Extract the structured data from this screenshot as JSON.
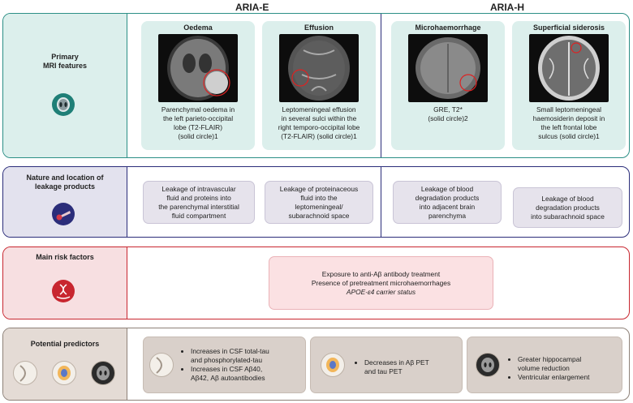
{
  "header": {
    "aria_e": "ARIA-E",
    "aria_h": "ARIA-H"
  },
  "colors": {
    "teal": "#2c8f86",
    "navy": "#2b2d7a",
    "red": "#c8262f",
    "brown": "#8e8178"
  },
  "mri": {
    "label": "Primary\nMRI features",
    "cards": [
      {
        "title": "Oedema",
        "caption_lines": [
          "Parenchymal oedema in",
          "the left parieto-occipital",
          "lobe (T2-FLAIR)",
          "(solid circle)1"
        ]
      },
      {
        "title": "Effusion",
        "caption_lines": [
          "Leptomeningeal effusion",
          "in several sulci within the",
          "right temporo-occipital lobe",
          "(T2-FLAIR) (solid circle)1"
        ]
      },
      {
        "title": "Microhaemorrhage",
        "caption_lines": [
          "GRE, T2*",
          "(solid circle)2"
        ]
      },
      {
        "title": "Superficial siderosis",
        "caption_lines": [
          "Small leptomeningeal",
          "haemosiderin deposit in",
          "the left frontal lobe",
          "sulcus (solid circle)1"
        ]
      }
    ]
  },
  "leakage": {
    "label": "Nature and location of\nleakage products",
    "boxes": [
      "Leakage of intravascular\nfluid and proteins into\nthe parenchymal interstitial\nfluid compartment",
      "Leakage of proteinaceous\nfluid into the\nleptomeningeal/\nsubarachnoid space",
      "Leakage of blood\ndegradation products\ninto adjacent brain\nparenchyma",
      "Leakage of blood\ndegradation products\ninto subarachnoid space"
    ]
  },
  "risk": {
    "label": "Main risk factors",
    "lines": [
      "Exposure to anti-Aβ antibody treatment",
      "Presence of pretreatment microhaemorrhages",
      "APOE-ε4 carrier status"
    ]
  },
  "predictors": {
    "label": "Potential predictors",
    "groups": [
      [
        "Increases in CSF total-tau\nand phosphorylated-tau",
        "Increases in CSF Aβ40,\nAβ42, Aβ autoantibodies"
      ],
      [
        "Decreases in Aβ PET\nand tau PET"
      ],
      [
        "Greater hippocampal\nvolume reduction",
        "Ventricular enlargement"
      ]
    ]
  }
}
